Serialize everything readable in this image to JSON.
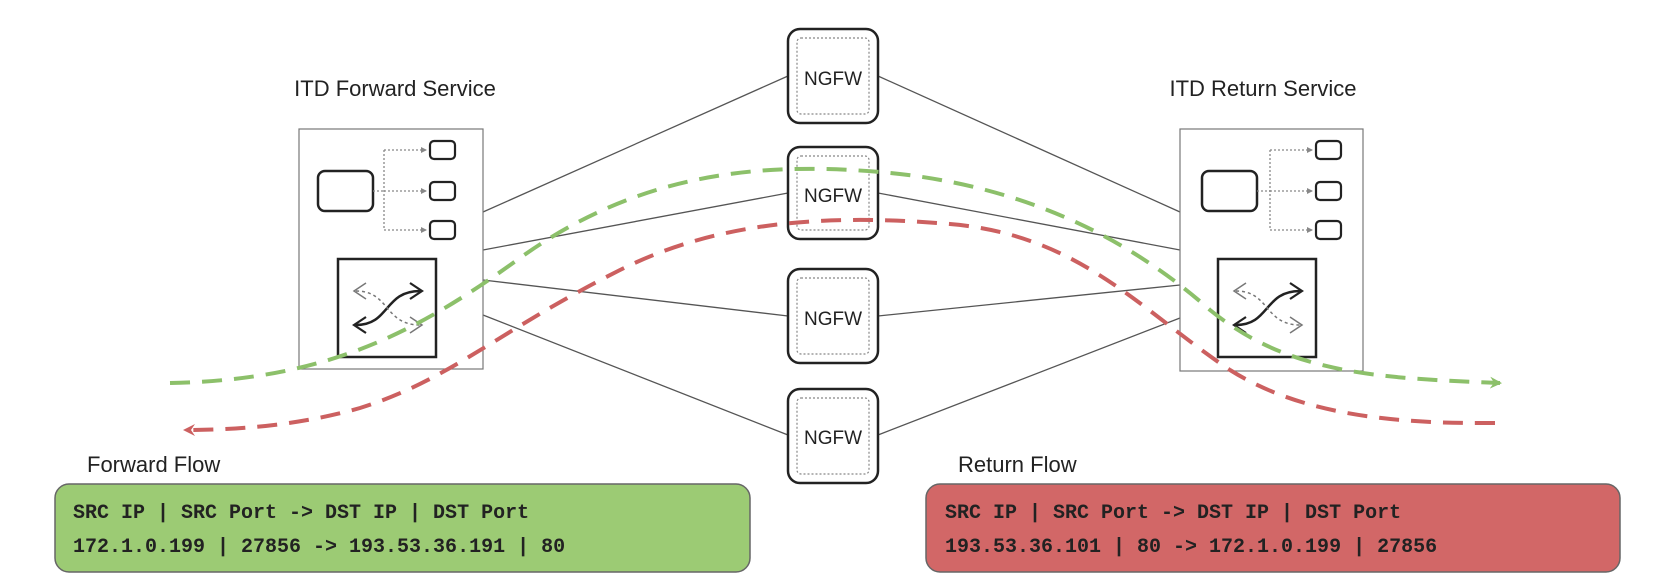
{
  "forward_service": {
    "title": "ITD Forward Service"
  },
  "return_service": {
    "title": "ITD Return Service"
  },
  "firewalls": [
    {
      "label": "NGFW"
    },
    {
      "label": "NGFW"
    },
    {
      "label": "NGFW"
    },
    {
      "label": "NGFW"
    }
  ],
  "forward_flow": {
    "title": "Forward Flow",
    "header": "SRC IP | SRC Port -> DST IP | DST Port",
    "values": "172.1.0.199 | 27856 -> 193.53.36.191 | 80"
  },
  "return_flow": {
    "title": "Return Flow",
    "header": "SRC IP | SRC Port -> DST IP | DST Port",
    "values": "193.53.36.101 | 80 -> 172.1.0.199 | 27856"
  },
  "colors": {
    "forward_flow": "#8cc06a",
    "return_flow": "#cc6060",
    "forward_box": "#9ccb74",
    "return_box": "#d26767"
  }
}
